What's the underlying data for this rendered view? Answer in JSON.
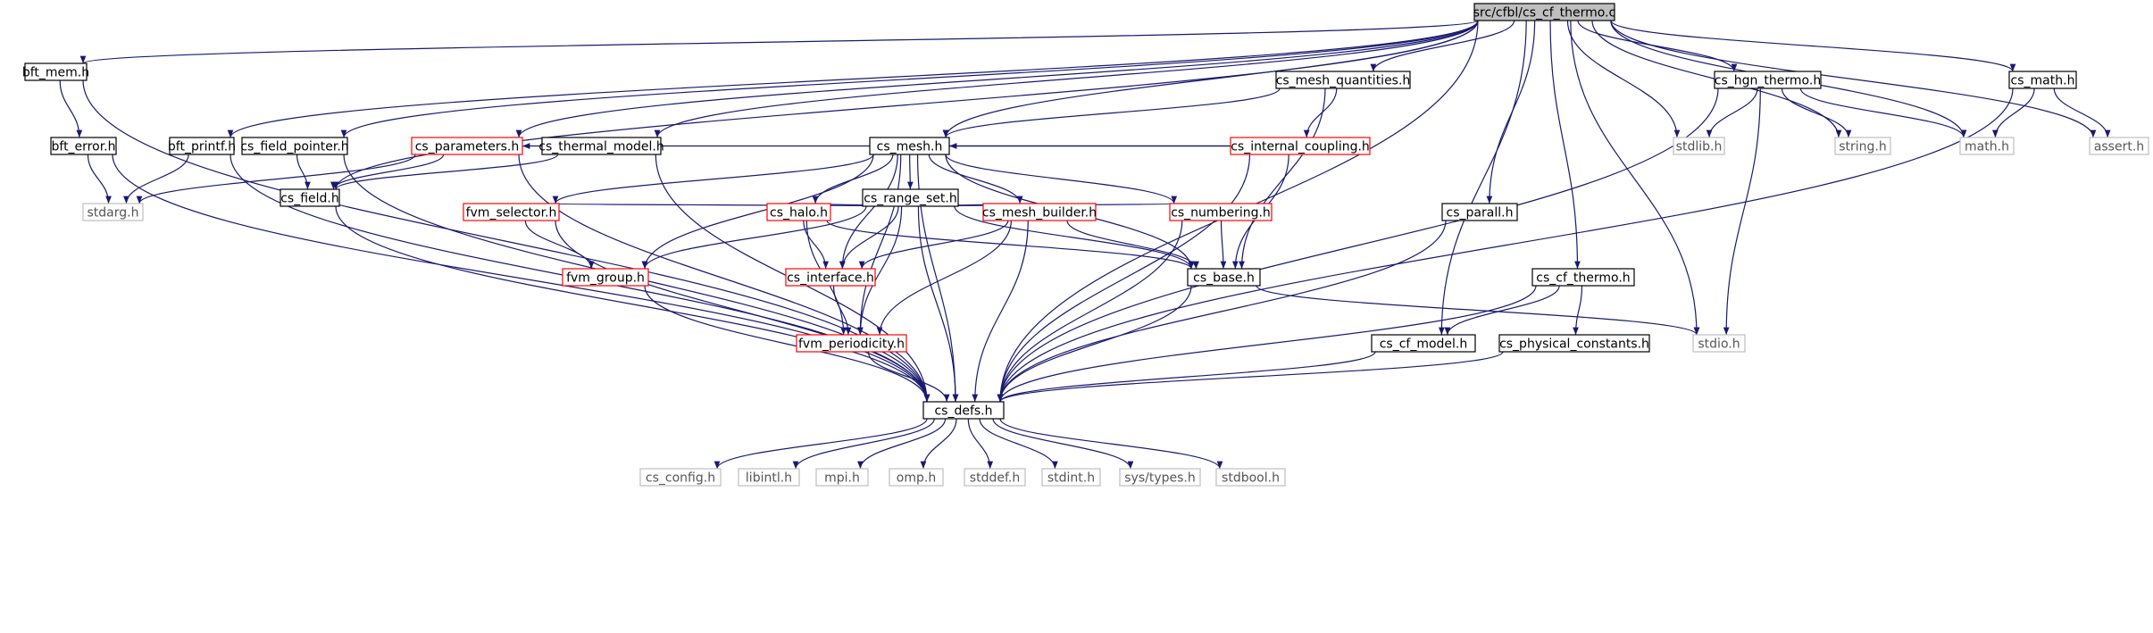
{
  "title": "src/cfbl/cs_cf_thermo.c",
  "colors": {
    "edge": "#191970",
    "edge_sys": "#191970",
    "border_normal": "#000000",
    "border_red": "#ff0000",
    "border_gray": "#bfbfbf",
    "root_fill": "#bfbfbf",
    "text_normal": "#000000",
    "text_gray": "#555555"
  },
  "nodes": [
    {
      "id": "root",
      "label": "src/cfbl/cs_cf_thermo.c",
      "style": "root"
    },
    {
      "id": "bft_mem",
      "label": "bft_mem.h",
      "style": "normal"
    },
    {
      "id": "bft_error",
      "label": "bft_error.h",
      "style": "normal"
    },
    {
      "id": "bft_printf",
      "label": "bft_printf.h",
      "style": "normal"
    },
    {
      "id": "cs_field_pointer",
      "label": "cs_field_pointer.h",
      "style": "normal"
    },
    {
      "id": "cs_parameters",
      "label": "cs_parameters.h",
      "style": "red"
    },
    {
      "id": "cs_thermal_model",
      "label": "cs_thermal_model.h",
      "style": "normal"
    },
    {
      "id": "cs_mesh_quantities",
      "label": "cs_mesh_quantities.h",
      "style": "normal"
    },
    {
      "id": "cs_internal_coupling",
      "label": "cs_internal_coupling.h",
      "style": "red"
    },
    {
      "id": "cs_mesh",
      "label": "cs_mesh.h",
      "style": "normal"
    },
    {
      "id": "cs_range_set",
      "label": "cs_range_set.h",
      "style": "normal"
    },
    {
      "id": "cs_field",
      "label": "cs_field.h",
      "style": "normal"
    },
    {
      "id": "stdarg",
      "label": "stdarg.h",
      "style": "gray"
    },
    {
      "id": "fvm_selector",
      "label": "fvm_selector.h",
      "style": "red"
    },
    {
      "id": "cs_halo",
      "label": "cs_halo.h",
      "style": "red"
    },
    {
      "id": "cs_mesh_builder",
      "label": "cs_mesh_builder.h",
      "style": "red"
    },
    {
      "id": "cs_numbering",
      "label": "cs_numbering.h",
      "style": "red"
    },
    {
      "id": "fvm_group",
      "label": "fvm_group.h",
      "style": "red"
    },
    {
      "id": "cs_interface",
      "label": "cs_interface.h",
      "style": "red"
    },
    {
      "id": "cs_base",
      "label": "cs_base.h",
      "style": "normal"
    },
    {
      "id": "fvm_periodicity",
      "label": "fvm_periodicity.h",
      "style": "red"
    },
    {
      "id": "cs_parall",
      "label": "cs_parall.h",
      "style": "normal"
    },
    {
      "id": "cs_hgn_thermo",
      "label": "cs_hgn_thermo.h",
      "style": "normal"
    },
    {
      "id": "stdlib",
      "label": "stdlib.h",
      "style": "gray"
    },
    {
      "id": "string",
      "label": "string.h",
      "style": "gray"
    },
    {
      "id": "math",
      "label": "math.h",
      "style": "gray"
    },
    {
      "id": "cs_math",
      "label": "cs_math.h",
      "style": "normal"
    },
    {
      "id": "assert",
      "label": "assert.h",
      "style": "gray"
    },
    {
      "id": "cs_cf_thermo_h",
      "label": "cs_cf_thermo.h",
      "style": "normal"
    },
    {
      "id": "cs_cf_model",
      "label": "cs_cf_model.h",
      "style": "normal"
    },
    {
      "id": "cs_physical_constants",
      "label": "cs_physical_constants.h",
      "style": "normal"
    },
    {
      "id": "stdio",
      "label": "stdio.h",
      "style": "gray"
    },
    {
      "id": "cs_defs",
      "label": "cs_defs.h",
      "style": "normal"
    },
    {
      "id": "cs_config",
      "label": "cs_config.h",
      "style": "gray"
    },
    {
      "id": "libintl",
      "label": "libintl.h",
      "style": "gray"
    },
    {
      "id": "mpi",
      "label": "mpi.h",
      "style": "gray"
    },
    {
      "id": "omp",
      "label": "omp.h",
      "style": "gray"
    },
    {
      "id": "stddef",
      "label": "stddef.h",
      "style": "gray"
    },
    {
      "id": "stdint",
      "label": "stdint.h",
      "style": "gray"
    },
    {
      "id": "systypes",
      "label": "sys/types.h",
      "style": "gray"
    },
    {
      "id": "stdbool",
      "label": "stdbool.h",
      "style": "gray"
    }
  ],
  "edges": [
    [
      "root",
      "bft_mem"
    ],
    [
      "root",
      "bft_printf"
    ],
    [
      "root",
      "cs_field_pointer"
    ],
    [
      "root",
      "cs_field"
    ],
    [
      "root",
      "cs_parameters"
    ],
    [
      "root",
      "cs_thermal_model"
    ],
    [
      "root",
      "cs_mesh"
    ],
    [
      "root",
      "cs_mesh_quantities"
    ],
    [
      "root",
      "cs_parall"
    ],
    [
      "root",
      "cs_cf_model"
    ],
    [
      "root",
      "cs_cf_thermo_h"
    ],
    [
      "root",
      "stdio"
    ],
    [
      "root",
      "stdlib"
    ],
    [
      "root",
      "cs_hgn_thermo"
    ],
    [
      "root",
      "string"
    ],
    [
      "root",
      "math"
    ],
    [
      "root",
      "cs_math"
    ],
    [
      "root",
      "assert"
    ],
    [
      "root",
      "cs_defs"
    ],
    [
      "bft_mem",
      "bft_error"
    ],
    [
      "bft_mem",
      "cs_defs"
    ],
    [
      "bft_error",
      "stdarg"
    ],
    [
      "bft_error",
      "cs_defs"
    ],
    [
      "bft_printf",
      "stdarg"
    ],
    [
      "bft_printf",
      "cs_defs"
    ],
    [
      "cs_field_pointer",
      "cs_field"
    ],
    [
      "cs_field_pointer",
      "cs_defs"
    ],
    [
      "cs_parameters",
      "cs_field"
    ],
    [
      "cs_parameters",
      "stdarg"
    ],
    [
      "cs_parameters",
      "cs_defs"
    ],
    [
      "cs_thermal_model",
      "cs_field"
    ],
    [
      "cs_thermal_model",
      "cs_defs"
    ],
    [
      "cs_field",
      "cs_defs"
    ],
    [
      "cs_mesh_quantities",
      "cs_internal_coupling"
    ],
    [
      "cs_mesh_quantities",
      "cs_mesh"
    ],
    [
      "cs_mesh_quantities",
      "cs_base"
    ],
    [
      "cs_internal_coupling",
      "cs_parameters"
    ],
    [
      "cs_internal_coupling",
      "cs_mesh"
    ],
    [
      "cs_internal_coupling",
      "cs_base"
    ],
    [
      "cs_internal_coupling",
      "cs_defs"
    ],
    [
      "cs_mesh",
      "cs_range_set"
    ],
    [
      "cs_mesh",
      "fvm_selector"
    ],
    [
      "cs_mesh",
      "fvm_group"
    ],
    [
      "cs_mesh",
      "cs_halo"
    ],
    [
      "cs_mesh",
      "cs_interface"
    ],
    [
      "cs_mesh",
      "fvm_periodicity"
    ],
    [
      "cs_mesh",
      "cs_mesh_builder"
    ],
    [
      "cs_mesh",
      "cs_numbering"
    ],
    [
      "cs_mesh",
      "cs_base"
    ],
    [
      "cs_mesh",
      "cs_defs"
    ],
    [
      "cs_range_set",
      "fvm_selector"
    ],
    [
      "cs_range_set",
      "fvm_group"
    ],
    [
      "cs_range_set",
      "cs_halo"
    ],
    [
      "cs_range_set",
      "cs_interface"
    ],
    [
      "cs_range_set",
      "fvm_periodicity"
    ],
    [
      "cs_range_set",
      "cs_mesh_builder"
    ],
    [
      "cs_range_set",
      "cs_numbering"
    ],
    [
      "cs_range_set",
      "cs_base"
    ],
    [
      "cs_range_set",
      "cs_defs"
    ],
    [
      "fvm_selector",
      "fvm_group"
    ],
    [
      "fvm_selector",
      "cs_defs"
    ],
    [
      "fvm_group",
      "cs_defs"
    ],
    [
      "cs_halo",
      "cs_interface"
    ],
    [
      "cs_halo",
      "fvm_periodicity"
    ],
    [
      "cs_halo",
      "cs_base"
    ],
    [
      "cs_interface",
      "fvm_periodicity"
    ],
    [
      "fvm_periodicity",
      "cs_defs"
    ],
    [
      "cs_mesh_builder",
      "cs_interface"
    ],
    [
      "cs_mesh_builder",
      "fvm_periodicity"
    ],
    [
      "cs_mesh_builder",
      "cs_base"
    ],
    [
      "cs_mesh_builder",
      "cs_defs"
    ],
    [
      "cs_numbering",
      "cs_base"
    ],
    [
      "cs_numbering",
      "cs_defs"
    ],
    [
      "cs_base",
      "cs_defs"
    ],
    [
      "cs_base",
      "stdio"
    ],
    [
      "cs_parall",
      "cs_defs"
    ],
    [
      "cs_hgn_thermo",
      "stdlib"
    ],
    [
      "cs_hgn_thermo",
      "string"
    ],
    [
      "cs_hgn_thermo",
      "math"
    ],
    [
      "cs_hgn_thermo",
      "stdio"
    ],
    [
      "cs_hgn_thermo",
      "cs_defs"
    ],
    [
      "cs_math",
      "math"
    ],
    [
      "cs_math",
      "assert"
    ],
    [
      "cs_math",
      "cs_defs"
    ],
    [
      "cs_cf_thermo_h",
      "cs_cf_model"
    ],
    [
      "cs_cf_thermo_h",
      "cs_physical_constants"
    ],
    [
      "cs_cf_thermo_h",
      "cs_defs"
    ],
    [
      "cs_cf_model",
      "cs_defs"
    ],
    [
      "cs_physical_constants",
      "cs_defs"
    ],
    [
      "cs_defs",
      "cs_config"
    ],
    [
      "cs_defs",
      "libintl"
    ],
    [
      "cs_defs",
      "mpi"
    ],
    [
      "cs_defs",
      "omp"
    ],
    [
      "cs_defs",
      "stddef"
    ],
    [
      "cs_defs",
      "stdint"
    ],
    [
      "cs_defs",
      "systypes"
    ],
    [
      "cs_defs",
      "stdbool"
    ]
  ]
}
